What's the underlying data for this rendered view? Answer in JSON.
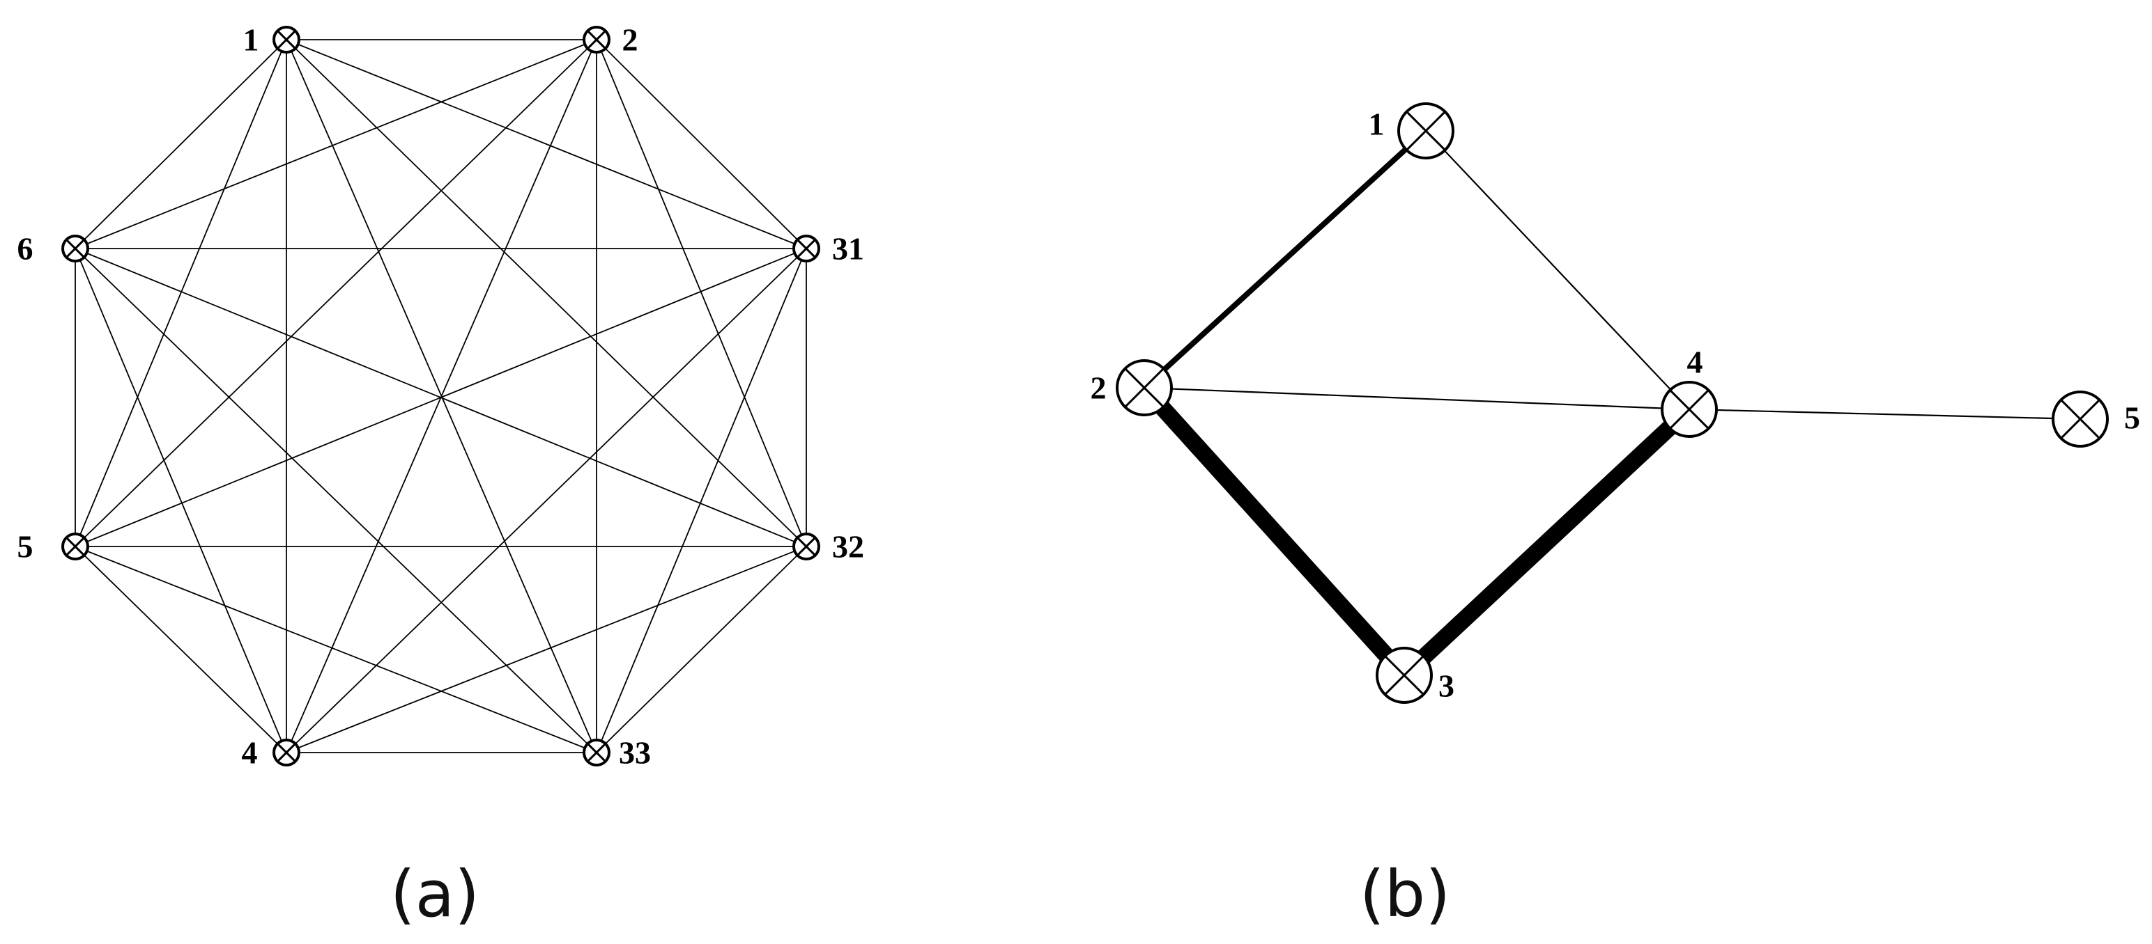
{
  "panels": [
    {
      "id": "a",
      "caption": "(a)",
      "nodes": [
        {
          "id": "1",
          "label": "1"
        },
        {
          "id": "2",
          "label": "2"
        },
        {
          "id": "31",
          "label": "31"
        },
        {
          "id": "32",
          "label": "32"
        },
        {
          "id": "33",
          "label": "33"
        },
        {
          "id": "4",
          "label": "4"
        },
        {
          "id": "5",
          "label": "5"
        },
        {
          "id": "6",
          "label": "6"
        }
      ],
      "edges": [
        [
          "1",
          "2"
        ],
        [
          "1",
          "31"
        ],
        [
          "1",
          "32"
        ],
        [
          "1",
          "33"
        ],
        [
          "1",
          "4"
        ],
        [
          "1",
          "5"
        ],
        [
          "1",
          "6"
        ],
        [
          "2",
          "31"
        ],
        [
          "2",
          "32"
        ],
        [
          "2",
          "33"
        ],
        [
          "2",
          "4"
        ],
        [
          "2",
          "5"
        ],
        [
          "2",
          "6"
        ],
        [
          "31",
          "32"
        ],
        [
          "31",
          "33"
        ],
        [
          "31",
          "4"
        ],
        [
          "31",
          "5"
        ],
        [
          "31",
          "6"
        ],
        [
          "32",
          "33"
        ],
        [
          "32",
          "4"
        ],
        [
          "32",
          "5"
        ],
        [
          "32",
          "6"
        ],
        [
          "33",
          "4"
        ],
        [
          "33",
          "5"
        ],
        [
          "33",
          "6"
        ],
        [
          "4",
          "5"
        ],
        [
          "4",
          "6"
        ],
        [
          "5",
          "6"
        ]
      ]
    },
    {
      "id": "b",
      "caption": "(b)",
      "nodes": [
        {
          "id": "1",
          "label": "1"
        },
        {
          "id": "2",
          "label": "2"
        },
        {
          "id": "3",
          "label": "3"
        },
        {
          "id": "4",
          "label": "4"
        },
        {
          "id": "5",
          "label": "5"
        }
      ],
      "edges": [
        {
          "from": "1",
          "to": "2",
          "weight": "medium"
        },
        {
          "from": "1",
          "to": "4",
          "weight": "thin"
        },
        {
          "from": "2",
          "to": "4",
          "weight": "thin"
        },
        {
          "from": "2",
          "to": "3",
          "weight": "heavy"
        },
        {
          "from": "3",
          "to": "4",
          "weight": "heavy"
        },
        {
          "from": "4",
          "to": "5",
          "weight": "thin"
        }
      ]
    }
  ]
}
